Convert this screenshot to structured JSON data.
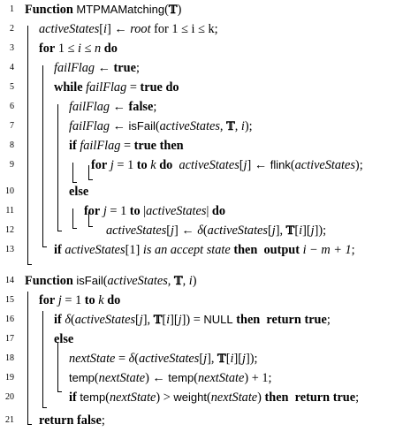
{
  "algorithm": {
    "line_numbers": [
      "1",
      "2",
      "3",
      "4",
      "5",
      "6",
      "7",
      "8",
      "9",
      "10",
      "11",
      "12",
      "13",
      "14",
      "15",
      "16",
      "17",
      "18",
      "19",
      "20",
      "21"
    ],
    "kw": {
      "function": "Function",
      "for": "for",
      "do": "do",
      "while": "while",
      "if": "if",
      "then": "then",
      "else": "else",
      "to": "to",
      "output": "output",
      "return": "return",
      "true": "true",
      "false": "false"
    },
    "sym": {
      "assign": "←",
      "eq": "=",
      "le": "≤",
      "gt": ">",
      "delta": "δ",
      "bbT": "𝕋",
      "semicolon": ";",
      "comma": ","
    },
    "names": {
      "mtpma": "MTPMAMatching",
      "isfail": "isFail",
      "flink": "flink",
      "temp": "temp",
      "weight": "weight",
      "null": "NULL"
    },
    "vars": {
      "activeStates": "activeStates",
      "failFlag": "failFlag",
      "nextState": "nextState",
      "root": "root",
      "i": "i",
      "j": "j",
      "k": "k",
      "n": "n",
      "m": "m"
    },
    "text": {
      "for_range": "for 1 ≤ i ≤ k",
      "accept_phrase": "is an accept state",
      "output_expr": "i − m + 1",
      "one": "1",
      "plus1": "+ 1"
    }
  }
}
